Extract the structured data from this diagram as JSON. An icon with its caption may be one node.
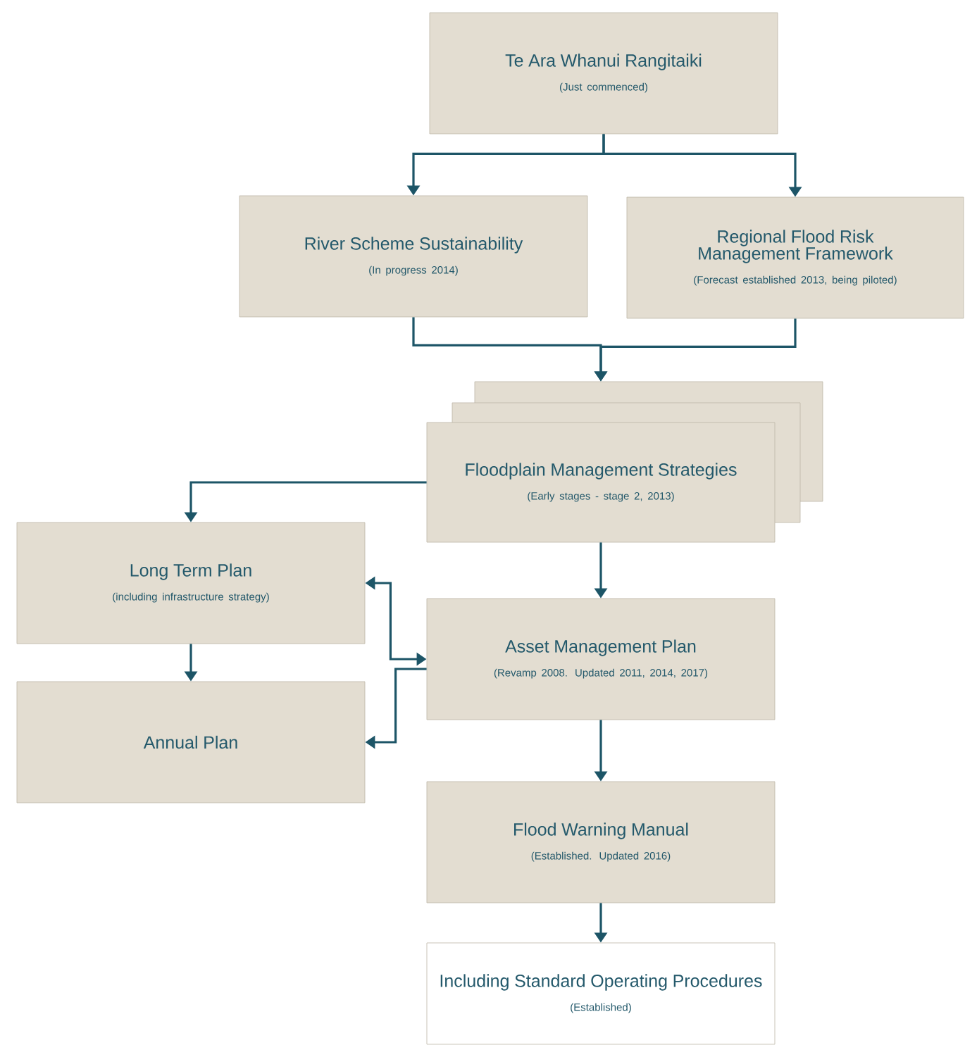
{
  "diagram": {
    "nodes": [
      {
        "text": [
          "Te Ara Whanui Rangitaiki",
          "(Just commenced)"
        ]
      },
      {
        "text": [
          "River Scheme Sustainability",
          "(In progress 2014)"
        ]
      },
      {
        "text": [
          "Regional Flood Risk Management Framework",
          "(Forecast established 2013, being piloted)"
        ]
      },
      {
        "text": [
          "Floodplain Management Strategies",
          "(Early stages  - stage 2, 2013)"
        ]
      },
      {
        "text": [
          "Long Term Plan",
          "(including infrastructure strategy)"
        ]
      },
      {
        "text": [
          "Asset Management Plan",
          "(Revamp 2008. Updated 2011, 2014, 2017)"
        ]
      },
      {
        "text": [
          "Annual Plan"
        ]
      },
      {
        "text": [
          "Flood Warning Manual",
          "(Established. Updated 2016)"
        ]
      },
      {
        "text": [
          "Including Standard Operating Procedures",
          "(Established)"
        ]
      }
    ],
    "edges": [
      {
        "from": 0,
        "to": 1,
        "arrow": "to"
      },
      {
        "from": 0,
        "to": 2,
        "arrow": "to"
      },
      {
        "from": 1,
        "to": 3,
        "arrow": "to"
      },
      {
        "from": 2,
        "to": 3,
        "arrow": "to"
      },
      {
        "from": 3,
        "to": 4,
        "arrow": "to"
      },
      {
        "from": 3,
        "to": 5,
        "arrow": "to"
      },
      {
        "from": 4,
        "to": 5,
        "arrow": "both"
      },
      {
        "from": 5,
        "to": 6,
        "arrow": "to"
      },
      {
        "from": 4,
        "to": 6,
        "arrow": "to"
      },
      {
        "from": 5,
        "to": 7,
        "arrow": "to"
      },
      {
        "from": 7,
        "to": 8,
        "arrow": "to"
      }
    ]
  }
}
